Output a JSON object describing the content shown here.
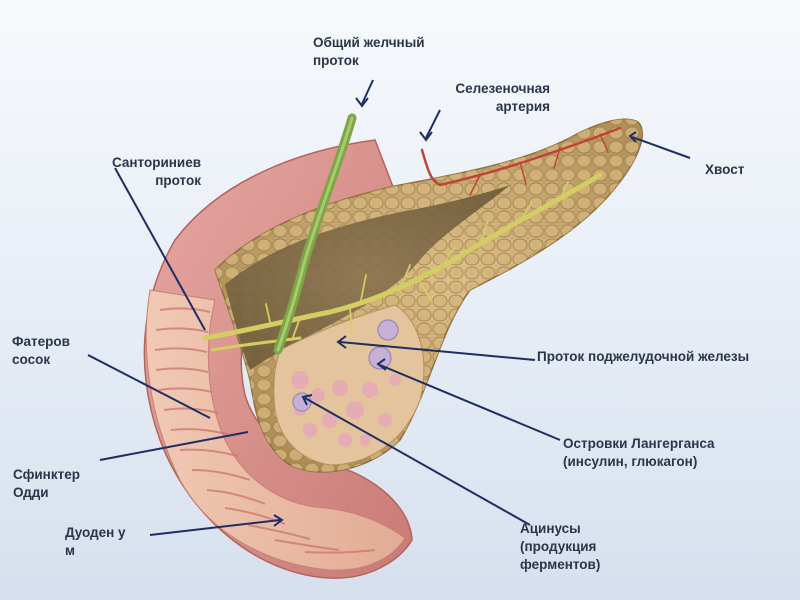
{
  "labels": {
    "common_bile_duct": "Общий желчный\nпроток",
    "splenic_artery": "Селезеночная\nартерия",
    "santorini_duct": "Санториниев\nпроток",
    "tail": "Хвост",
    "vater_papilla": "Фатеров\nсосок",
    "pancreatic_duct": "Проток поджелудочной железы",
    "langerhans_islets": "Островки Лангерганса\n(инсулин, глюкагон)",
    "oddi_sphincter": "Сфинктер\nОдди",
    "duodenum": "Дуоден у\nм",
    "acini": "Ацинусы\n(продукция\nферментов)"
  },
  "colors": {
    "label_text": "#2b3548",
    "pointer_line": "#1f2d63",
    "duodenum": "#d88e8b",
    "pancreas": "#c9a870",
    "ducts": "#d4cd64",
    "bile_duct": "#6f9a3a",
    "artery": "#c0443a",
    "islets": "#c6b0d6"
  }
}
